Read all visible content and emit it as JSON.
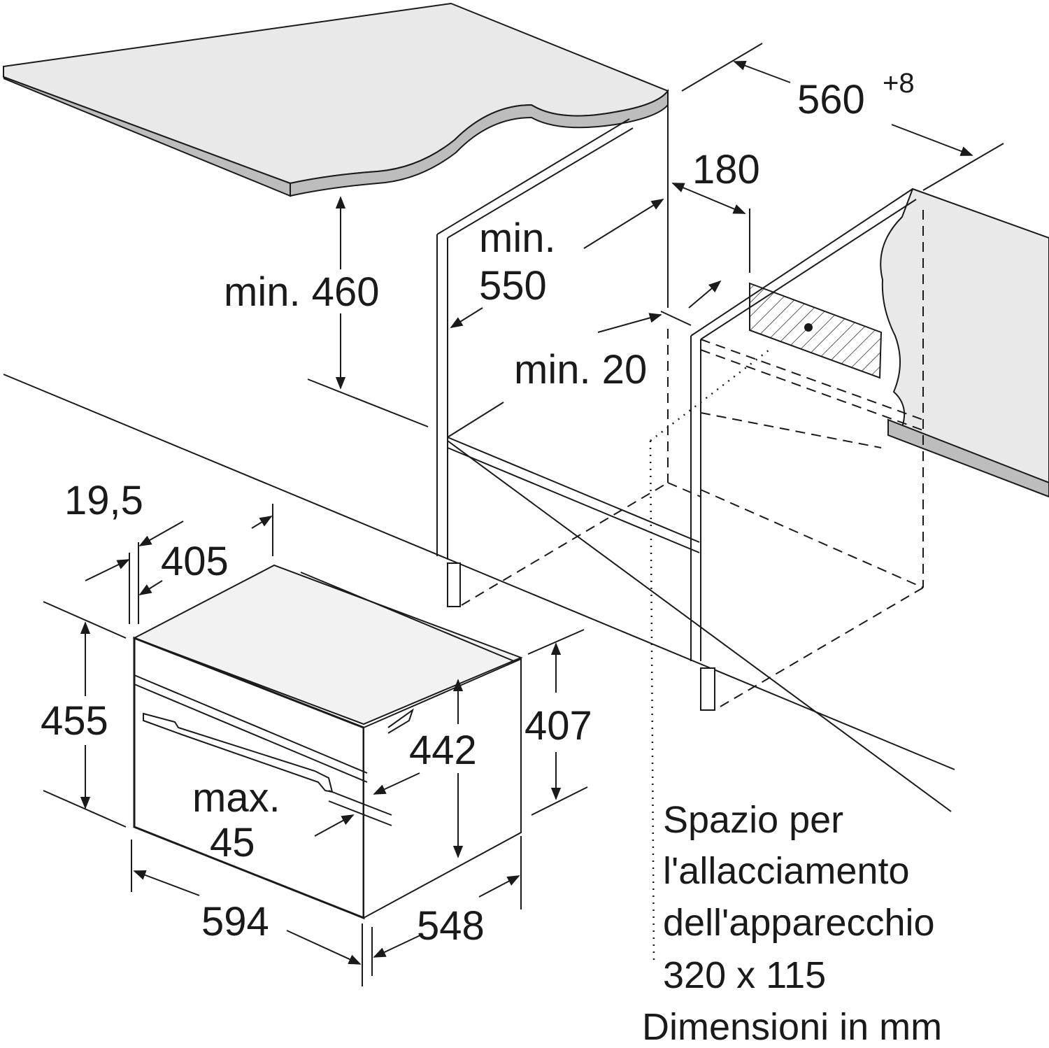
{
  "dimensions": {
    "niche_width": "560",
    "niche_width_tolerance": "+8",
    "opening_depth": "180",
    "min_550_a": "min.",
    "min_550_b": "550",
    "min_460": "min. 460",
    "min_20": "min. 20",
    "d_19_5": "19,5",
    "d_405": "405",
    "d_455": "455",
    "d_442": "442",
    "d_407": "407",
    "max_45_a": "max.",
    "max_45_b": "45",
    "d_594": "594",
    "d_548": "548"
  },
  "notes": {
    "line1": "Spazio per",
    "line2": "l'allacciamento",
    "line3": "dell'apparecchio",
    "line4": "320 x 115",
    "line5": "Dimensioni in mm"
  },
  "colors": {
    "line": "#1a1a1a",
    "countertop": "#e8e8e8",
    "countertop_edge": "#bdbdbd",
    "oven_top": "#f2f2f2"
  }
}
